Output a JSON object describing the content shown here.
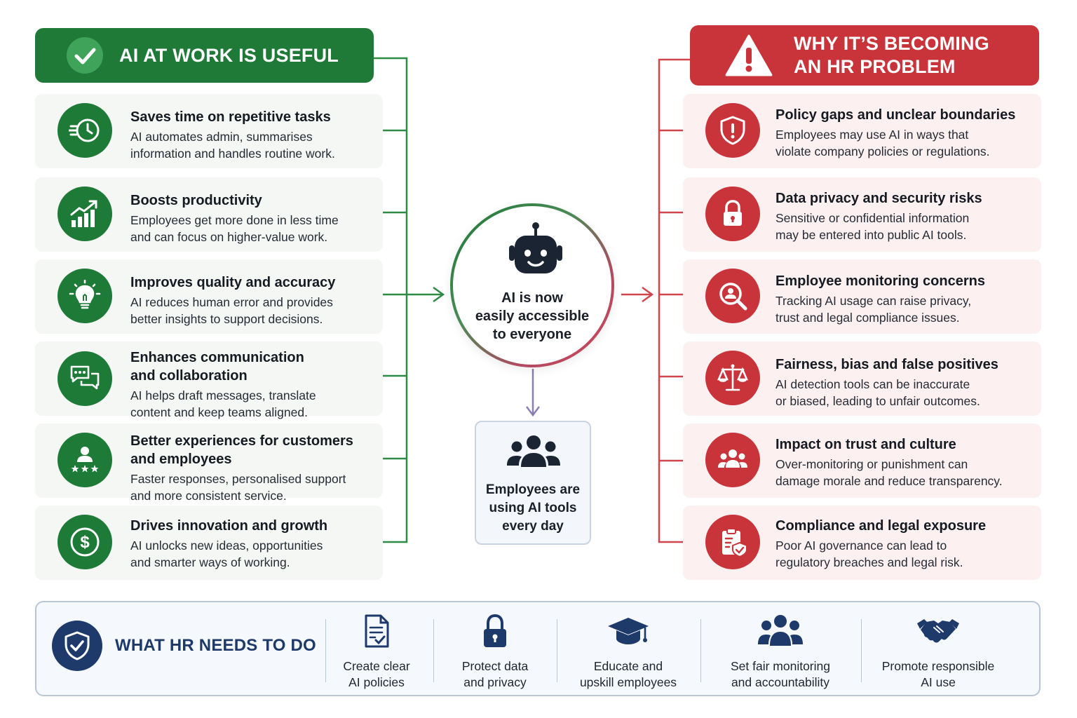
{
  "left_header": {
    "title": "AI AT WORK IS USEFUL",
    "icon": "check-circle-icon"
  },
  "right_header": {
    "title_line1": "WHY IT’S BECOMING",
    "title_line2": "AN HR PROBLEM",
    "icon": "warning-triangle-icon"
  },
  "benefits": [
    {
      "icon": "clock-fast-icon",
      "title": "Saves time on repetitive tasks",
      "desc1": "AI automates admin, summarises",
      "desc2": "information and handles routine work."
    },
    {
      "icon": "growth-chart-icon",
      "title": "Boosts productivity",
      "desc1": "Employees get more done in less time",
      "desc2": "and can focus on higher-value work."
    },
    {
      "icon": "lightbulb-icon",
      "title": "Improves quality and accuracy",
      "desc1": "AI reduces human error and provides",
      "desc2": "better insights to support decisions."
    },
    {
      "icon": "chat-bubbles-icon",
      "title1": "Enhances communication",
      "title2": "and collaboration",
      "desc1": "AI helps draft messages, translate",
      "desc2": "content and keep teams aligned."
    },
    {
      "icon": "person-stars-icon",
      "title1": "Better experiences for customers",
      "title2": "and employees",
      "desc1": "Faster responses, personalised support",
      "desc2": "and more consistent service."
    },
    {
      "icon": "dollar-icon",
      "title": "Drives innovation and growth",
      "desc1": "AI unlocks new ideas, opportunities",
      "desc2": "and smarter ways of working."
    }
  ],
  "risks": [
    {
      "icon": "shield-alert-icon",
      "title": "Policy gaps and unclear boundaries",
      "desc1": "Employees may use AI in ways that",
      "desc2": "violate company policies or regulations."
    },
    {
      "icon": "padlock-icon",
      "title": "Data privacy and security risks",
      "desc1": "Sensitive or confidential information",
      "desc2": "may be entered into public AI tools."
    },
    {
      "icon": "magnify-person-icon",
      "title": "Employee monitoring concerns",
      "desc1": "Tracking AI usage can raise privacy,",
      "desc2": "trust and legal compliance issues."
    },
    {
      "icon": "scales-icon",
      "title": "Fairness, bias and false positives",
      "desc1": "AI detection tools can be inaccurate",
      "desc2": "or biased, leading to unfair outcomes."
    },
    {
      "icon": "group-icon",
      "title": "Impact on trust and culture",
      "desc1": "Over-monitoring or punishment can",
      "desc2": "damage morale and reduce transparency."
    },
    {
      "icon": "clipboard-check-icon",
      "title": "Compliance and legal exposure",
      "desc1": "Poor AI governance can lead to",
      "desc2": "regulatory breaches and legal risk."
    }
  ],
  "center": {
    "icon": "robot-icon",
    "line1": "AI is now",
    "line2": "easily accessible",
    "line3": "to everyone"
  },
  "employees": {
    "icon": "people-icon",
    "line1": "Employees are",
    "line2": "using AI tools",
    "line3": "every day"
  },
  "hr_actions": {
    "title": "WHAT HR NEEDS TO DO",
    "icon": "shield-check-icon",
    "items": [
      {
        "icon": "document-check-icon",
        "line1": "Create clear",
        "line2": "AI policies"
      },
      {
        "icon": "padlock-icon",
        "line1": "Protect data",
        "line2": "and privacy"
      },
      {
        "icon": "graduation-cap-icon",
        "line1": "Educate and",
        "line2": "upskill employees"
      },
      {
        "icon": "group-icon",
        "line1": "Set fair monitoring",
        "line2": "and accountability"
      },
      {
        "icon": "handshake-icon",
        "line1": "Promote responsible",
        "line2": "AI use"
      }
    ]
  },
  "colors": {
    "green": "#1f7a37",
    "red": "#c8343a",
    "navy": "#1d3a6b",
    "green_card": "#f4f7f3",
    "red_card": "#fcf0f0"
  }
}
